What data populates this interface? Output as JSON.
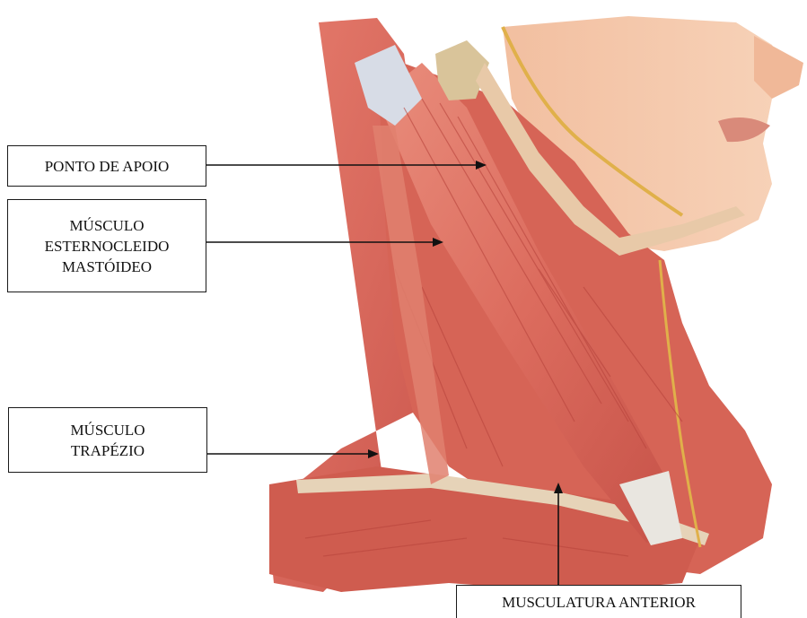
{
  "labels": {
    "ponto_de_apoio": "PONTO DE APOIO",
    "esternocleido": [
      "MÚSCULO",
      "ESTERNOCLEIDO",
      "MASTÓIDEO"
    ],
    "trapezio": [
      "MÚSCULO",
      "TRAPÉZIO"
    ],
    "musculatura_anterior": "MUSCULATURA ANTERIOR"
  },
  "colors": {
    "muscle": "#d9665a",
    "muscle_dark": "#b8443c",
    "muscle_light": "#ec9a88",
    "skin": "#f4c6a8",
    "tendon": "#e8e4dc",
    "yellow_nerve": "#e0b04a",
    "arrow": "#111111"
  }
}
